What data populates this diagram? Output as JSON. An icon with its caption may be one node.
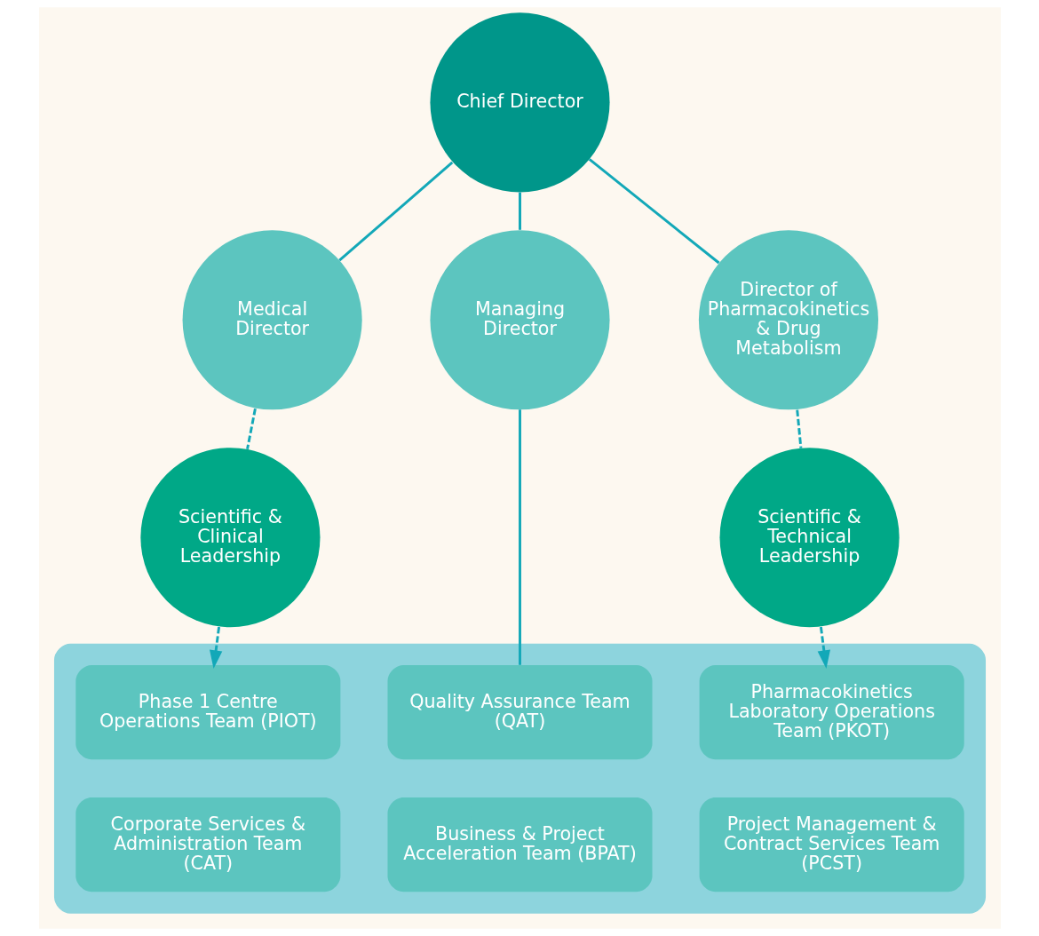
{
  "diagram": {
    "nodes": [
      {
        "text": [
          "Chief Director"
        ]
      },
      {
        "text": [
          "Medical Director"
        ]
      },
      {
        "text": [
          "Managing Director"
        ]
      },
      {
        "text": [
          "Director of Pharmacokinetics & Drug Metabolism"
        ]
      },
      {
        "text": [
          "Scientific & Clinical Leadership"
        ]
      },
      {
        "text": [
          "Scientific & Technical Leadership"
        ]
      },
      {
        "text": [],
        "shape": "box"
      },
      {
        "text": [
          "Phase 1 Centre Operations Team (PIOT)"
        ],
        "in": 6
      },
      {
        "text": [
          "Quality Assurance Team (QAT)"
        ],
        "in": 6
      },
      {
        "text": [
          "Pharmacokinetics Laboratory Operations Team (PKOT)"
        ],
        "in": 6
      },
      {
        "text": [
          "Corporate Services & Administration Team (CAT)"
        ],
        "in": 6
      },
      {
        "text": [
          "Business & Project Acceleration Team (BPAT)"
        ],
        "in": 6
      },
      {
        "text": [
          "Project Management & Contract Services Team (PCST)"
        ],
        "in": 6
      }
    ],
    "edges": [
      {
        "from": 0,
        "to": 1,
        "arrow": "none"
      },
      {
        "from": 0,
        "to": 2,
        "arrow": "none"
      },
      {
        "from": 0,
        "to": 3,
        "arrow": "none"
      },
      {
        "from": 1,
        "to": 4,
        "arrow": "none",
        "style": "dashed"
      },
      {
        "from": 3,
        "to": 5,
        "arrow": "none",
        "style": "dashed"
      },
      {
        "from": 4,
        "to": 7,
        "arrow": "to",
        "style": "dashed"
      },
      {
        "from": 2,
        "to": 8,
        "arrow": "none"
      },
      {
        "from": 5,
        "to": 9,
        "arrow": "to",
        "style": "dashed"
      }
    ]
  }
}
